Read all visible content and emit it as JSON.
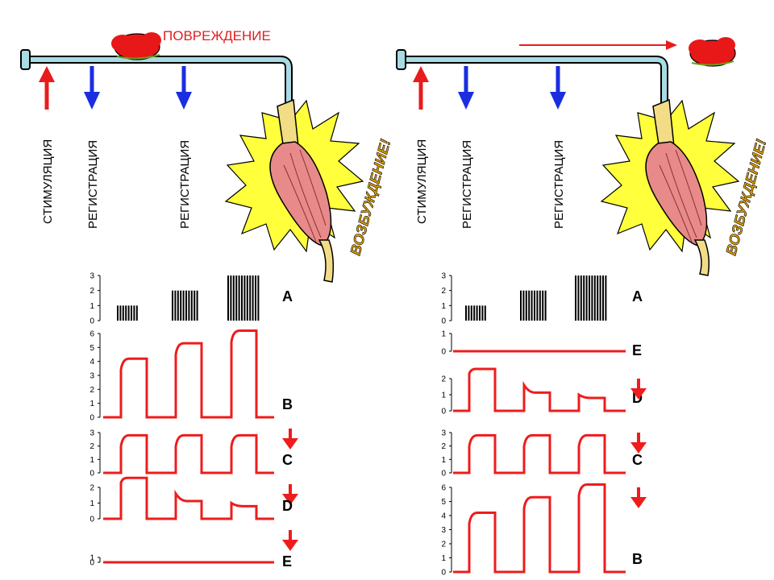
{
  "labels": {
    "injury": "ПОВРЕЖДЕНИЕ",
    "stimulation": "СТИМУЛЯЦИЯ",
    "registration": "РЕГИСТРАЦИЯ",
    "excitation": "ВОЗБУЖДЕНИЕ!"
  },
  "colors": {
    "nerve": "#a8dbe3",
    "signal": "#ee1c1c",
    "stim_arrow": "#e81c1c",
    "rec_arrow": "#1a2ee0",
    "burst": "#ffff3c",
    "muscle": "#e88a8a",
    "tendon": "#f2dd86",
    "injury": "#e81818"
  },
  "panels": {
    "left": {
      "traces": [
        {
          "label": "A",
          "type": "spikes",
          "ticks": [
            "3",
            "2",
            "1",
            "0"
          ],
          "bursts": [
            1,
            2,
            3
          ]
        },
        {
          "label": "B",
          "type": "pulses",
          "ticks": [
            "6",
            "5",
            "4",
            "3",
            "2",
            "1",
            "0"
          ],
          "values": [
            4.2,
            5.3,
            6.2
          ]
        },
        {
          "label": "C",
          "type": "pulses",
          "ticks": [
            "3",
            "2",
            "1",
            "0"
          ],
          "values": [
            2.8,
            2.8,
            2.8
          ]
        },
        {
          "label": "D",
          "type": "adapt",
          "ticks": [
            "2",
            "1",
            "0"
          ],
          "values": [
            2.6,
            1.6,
            1.0
          ]
        },
        {
          "label": "E",
          "type": "flat",
          "ticks": [
            "1",
            "0"
          ],
          "values": [
            0
          ]
        }
      ]
    },
    "right": {
      "traces": [
        {
          "label": "A",
          "type": "spikes",
          "ticks": [
            "3",
            "2",
            "1",
            "0"
          ],
          "bursts": [
            1,
            2,
            3
          ]
        },
        {
          "label": "E",
          "type": "flat",
          "ticks": [
            "1",
            "0"
          ],
          "values": [
            0
          ]
        },
        {
          "label": "D",
          "type": "adapt",
          "ticks": [
            "2",
            "1",
            "0"
          ],
          "values": [
            2.6,
            1.6,
            1.0
          ]
        },
        {
          "label": "C",
          "type": "pulses",
          "ticks": [
            "3",
            "2",
            "1",
            "0"
          ],
          "values": [
            2.8,
            2.8,
            2.8
          ]
        },
        {
          "label": "B",
          "type": "pulses",
          "ticks": [
            "6",
            "5",
            "4",
            "3",
            "2",
            "1",
            "0"
          ],
          "values": [
            4.2,
            5.3,
            6.2
          ]
        }
      ]
    }
  }
}
